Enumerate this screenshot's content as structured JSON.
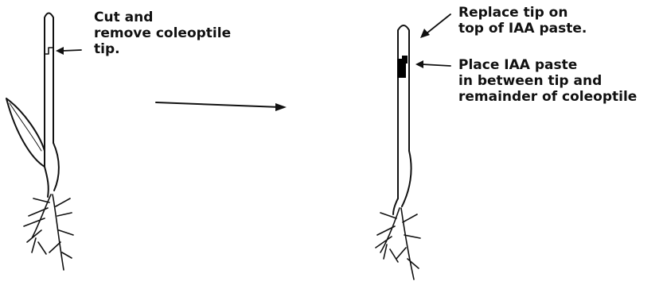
{
  "left_annotation": {
    "lines": [
      "Cut and",
      "remove coleoptile",
      "tip."
    ]
  },
  "right_annotation_top": {
    "lines": [
      "Replace tip on",
      "top of IAA paste."
    ]
  },
  "right_annotation_bottom": {
    "lines": [
      "Place IAA paste",
      "in between tip and",
      "remainder of coleoptile"
    ]
  },
  "colors": {
    "ink": "#111111",
    "background": "#ffffff",
    "paste": "#000000"
  }
}
